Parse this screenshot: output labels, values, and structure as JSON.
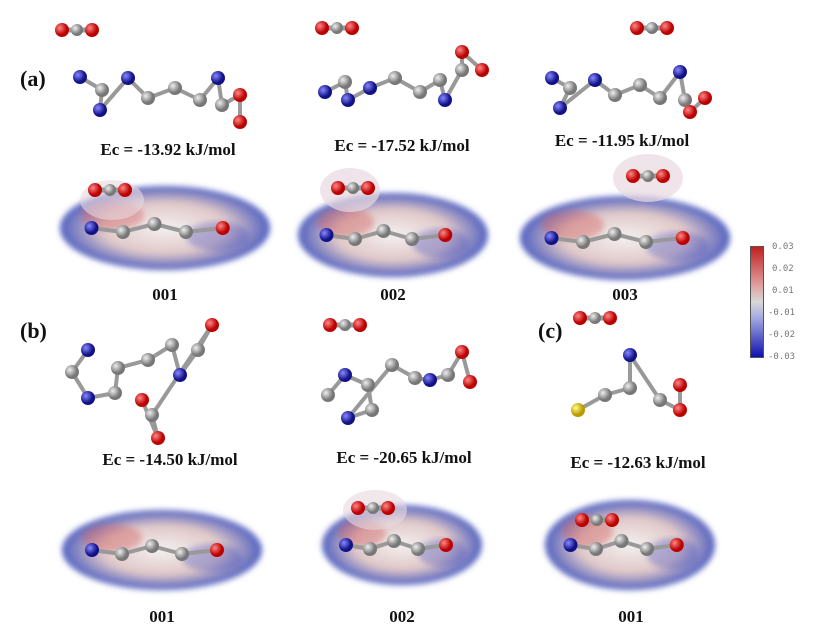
{
  "panels": [
    {
      "label": "(a)",
      "structures": [
        {
          "id": "001",
          "ec": "Ec = -13.92 kJ/mol"
        },
        {
          "id": "002",
          "ec": "Ec = -17.52 kJ/mol"
        },
        {
          "id": "003",
          "ec": "Ec = -11.95 kJ/mol"
        }
      ]
    },
    {
      "label": "(b)",
      "structures": [
        {
          "id": "001",
          "ec": "Ec = -14.50 kJ/mol"
        },
        {
          "id": "002",
          "ec": "Ec = -20.65 kJ/mol"
        }
      ]
    },
    {
      "label": "(c)",
      "structures": [
        {
          "id": "001",
          "ec": "Ec = -12.63 kJ/mol"
        }
      ]
    }
  ],
  "colorbar": {
    "ticks": [
      "0.03",
      "0.02",
      "0.01",
      "-0.01",
      "-0.02",
      "-0.03"
    ],
    "high_color": "#c02020",
    "low_color": "#1010b0"
  }
}
